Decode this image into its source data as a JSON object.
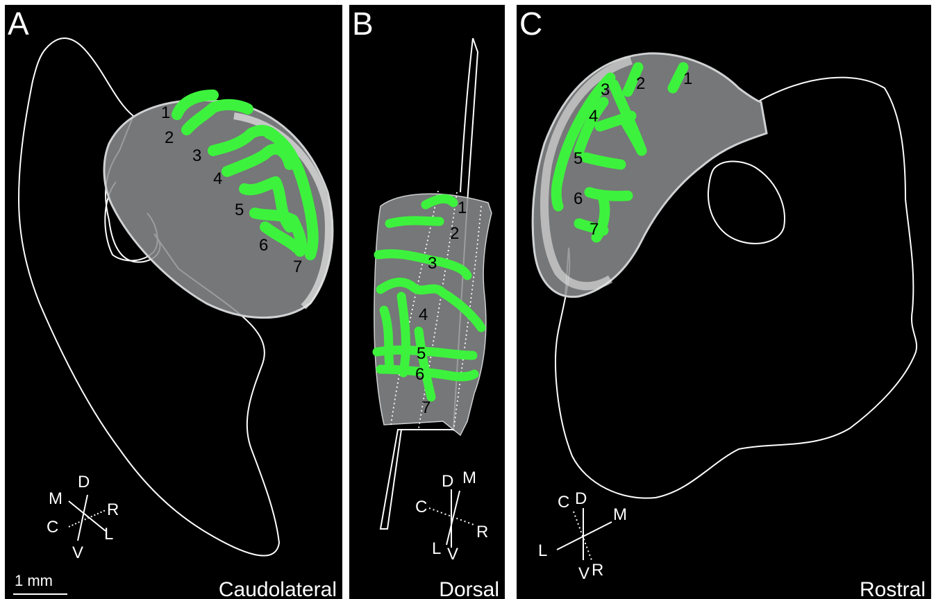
{
  "panels": {
    "a": {
      "letter": "A",
      "view": "Caudolateral",
      "scale": "1 mm",
      "axes": {
        "d": "D",
        "m": "M",
        "r": "R",
        "c": "C",
        "l": "L",
        "v": "V"
      },
      "labels": [
        "1",
        "2",
        "3",
        "4",
        "5",
        "6",
        "7"
      ]
    },
    "b": {
      "letter": "B",
      "view": "Dorsal",
      "axes": {
        "d": "D",
        "m": "M",
        "c": "C",
        "r": "R",
        "l": "L",
        "v": "V"
      },
      "labels": [
        "1",
        "2",
        "3",
        "4",
        "5",
        "6",
        "7"
      ]
    },
    "c": {
      "letter": "C",
      "view": "Rostral",
      "axes": {
        "c": "C",
        "d": "D",
        "m": "M",
        "l": "L",
        "v": "V",
        "r": "R"
      },
      "labels": [
        "1",
        "2",
        "3",
        "4",
        "5",
        "6",
        "7"
      ]
    }
  },
  "colors": {
    "background": "#000000",
    "outline": "#ffffff",
    "nerve": "#3df23d",
    "surface": "#8a8c8d"
  }
}
